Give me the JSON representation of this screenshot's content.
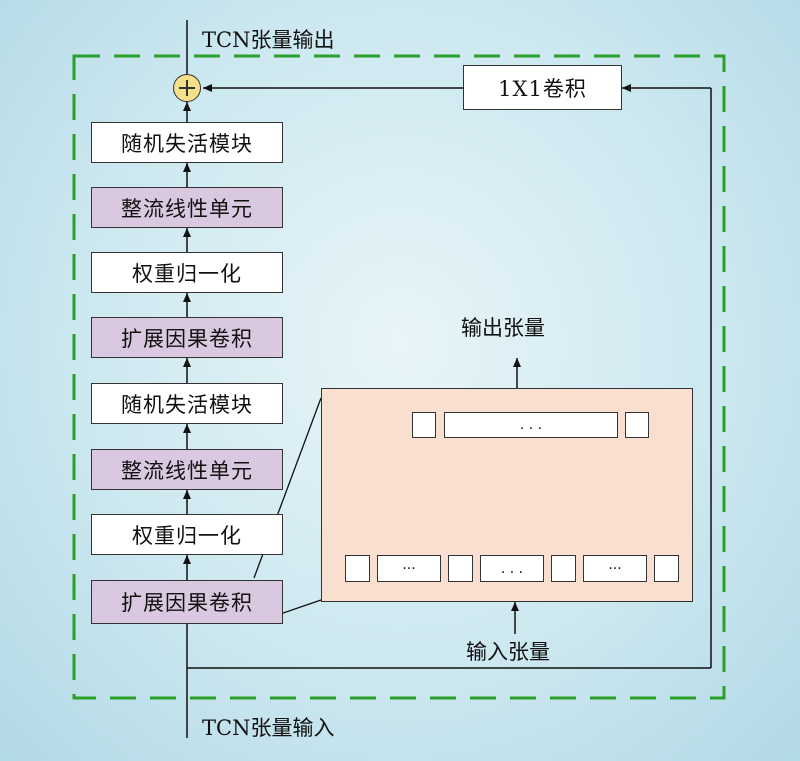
{
  "labels": {
    "output": "TCN张量输出",
    "input": "TCN张量输入",
    "conv1x1": "1X1卷积",
    "inner_output": "输出张量",
    "inner_input": "输入张量"
  },
  "stack": [
    {
      "label": "随机失活模块",
      "style": "white"
    },
    {
      "label": "整流线性单元",
      "style": "purple"
    },
    {
      "label": "权重归一化",
      "style": "white"
    },
    {
      "label": "扩展因果卷积",
      "style": "purple"
    },
    {
      "label": "随机失活模块",
      "style": "white"
    },
    {
      "label": "整流线性单元",
      "style": "purple"
    },
    {
      "label": "权重归一化",
      "style": "white"
    },
    {
      "label": "扩展因果卷积",
      "style": "purple"
    }
  ],
  "ellipsis": {
    "dots3": ". . .",
    "dots_tight": "···"
  },
  "colors": {
    "dashed_border": "#2aa02a",
    "purple_box": "#d9c8e0",
    "peach_box": "#f8dfd0",
    "adder": "#f4e08a"
  }
}
